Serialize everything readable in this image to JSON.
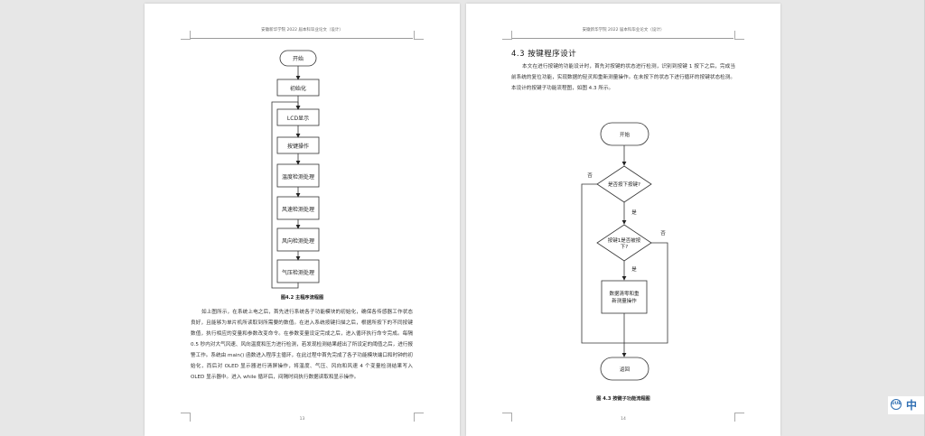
{
  "header": "安徽新华学院 2022 届本科毕业论文（设计）",
  "page1": {
    "flowchart": [
      "开始",
      "初始化",
      "LCD显示",
      "按键操作",
      "温度检测处理",
      "风速检测处理",
      "风向检测处理",
      "气压检测处理"
    ],
    "caption": "图4.2 主程序流程图",
    "paragraph": "如上图所示，在系统上电之后，首先进行系统各子功能模块的初始化，确保各传感器工作状态良好，且能够为单片机所读取到所需要的数值。在进入系统按键扫描之后，根据所按下的不同按键数值，执行相应的变量和参数改变命令。在参数变量设定完成之后，进入循环执行命令完成。每隔 0.5 秒内对大气风速、风向温度和压力进行检测，若发现检测结果超出了所设定的阈值之后，进行报警工作。系统由 main() 函数进入程序主循环，在此过程中首先完成了各子功能模块端口和时钟的初始化，而后对 OLED 显示器进行清屏操作，将温度、气压、风向和风速 4 个变量检测结果写入 OLED 显示器中。进入 while 循环后，间隔时间执行数据读取和显示操作。",
    "page_number": "13"
  },
  "page2": {
    "section_title": "4.3 按键程序设计",
    "paragraph": "本文在进行按键的功能设计时，首先对按键的状态进行检测，识别到按键 1 按下之后，完成当前系统的复位功能，实现数据的轻灵和重新测量操作。在未按下的状态下进行循环的按键状态检测。本设计的按键子功能流程图，如图 4.3 所示。",
    "flowchart": {
      "start": "开始",
      "decision1": "是否按下按键?",
      "decision2_line1": "按键1是否被按",
      "decision2_line2": "下?",
      "process_line1": "数据清零和重",
      "process_line2": "新测量操作",
      "end": "返回",
      "yes": "是",
      "no": "否"
    },
    "caption": "图 4.3 按键子功能流程图",
    "page_number": "14"
  },
  "side_tool": {
    "icon": "translate-icon",
    "icon_text": "UUE",
    "label": "中"
  }
}
